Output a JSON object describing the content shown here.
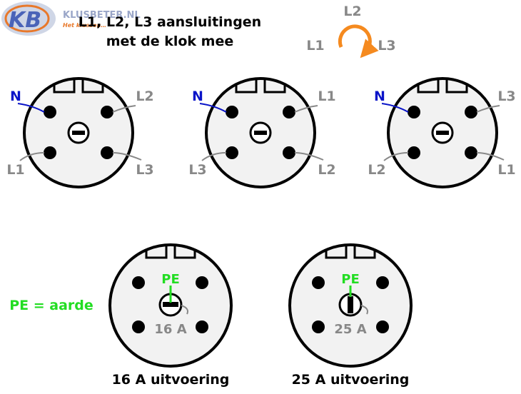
{
  "logo": {
    "initials": "KB",
    "brand": "KLUSBETER.NL",
    "tagline": "Het klussen…"
  },
  "header": {
    "line1": "L1, L2, L3 aansluitingen",
    "line2": "met de klok mee"
  },
  "rotation": {
    "top": "L2",
    "left": "L1",
    "right": "L3",
    "arrow_color": "#f58a1f"
  },
  "colors": {
    "neutral": "#0a14c8",
    "phase": "#888888",
    "earth": "#22dd22",
    "outline": "#000000"
  },
  "sockets": [
    {
      "neutral": "N",
      "top_right": "L2",
      "bottom_left": "L1",
      "bottom_right": "L3"
    },
    {
      "neutral": "N",
      "top_right": "L1",
      "bottom_left": "L3",
      "bottom_right": "L2"
    },
    {
      "neutral": "N",
      "top_right": "L3",
      "bottom_left": "L2",
      "bottom_right": "L1"
    }
  ],
  "pe_legend": "PE = aarde",
  "variants": [
    {
      "pe": "PE",
      "rating": "16 A",
      "caption": "16 A uitvoering"
    },
    {
      "pe": "PE",
      "rating": "25 A",
      "caption": "25 A uitvoering"
    }
  ]
}
